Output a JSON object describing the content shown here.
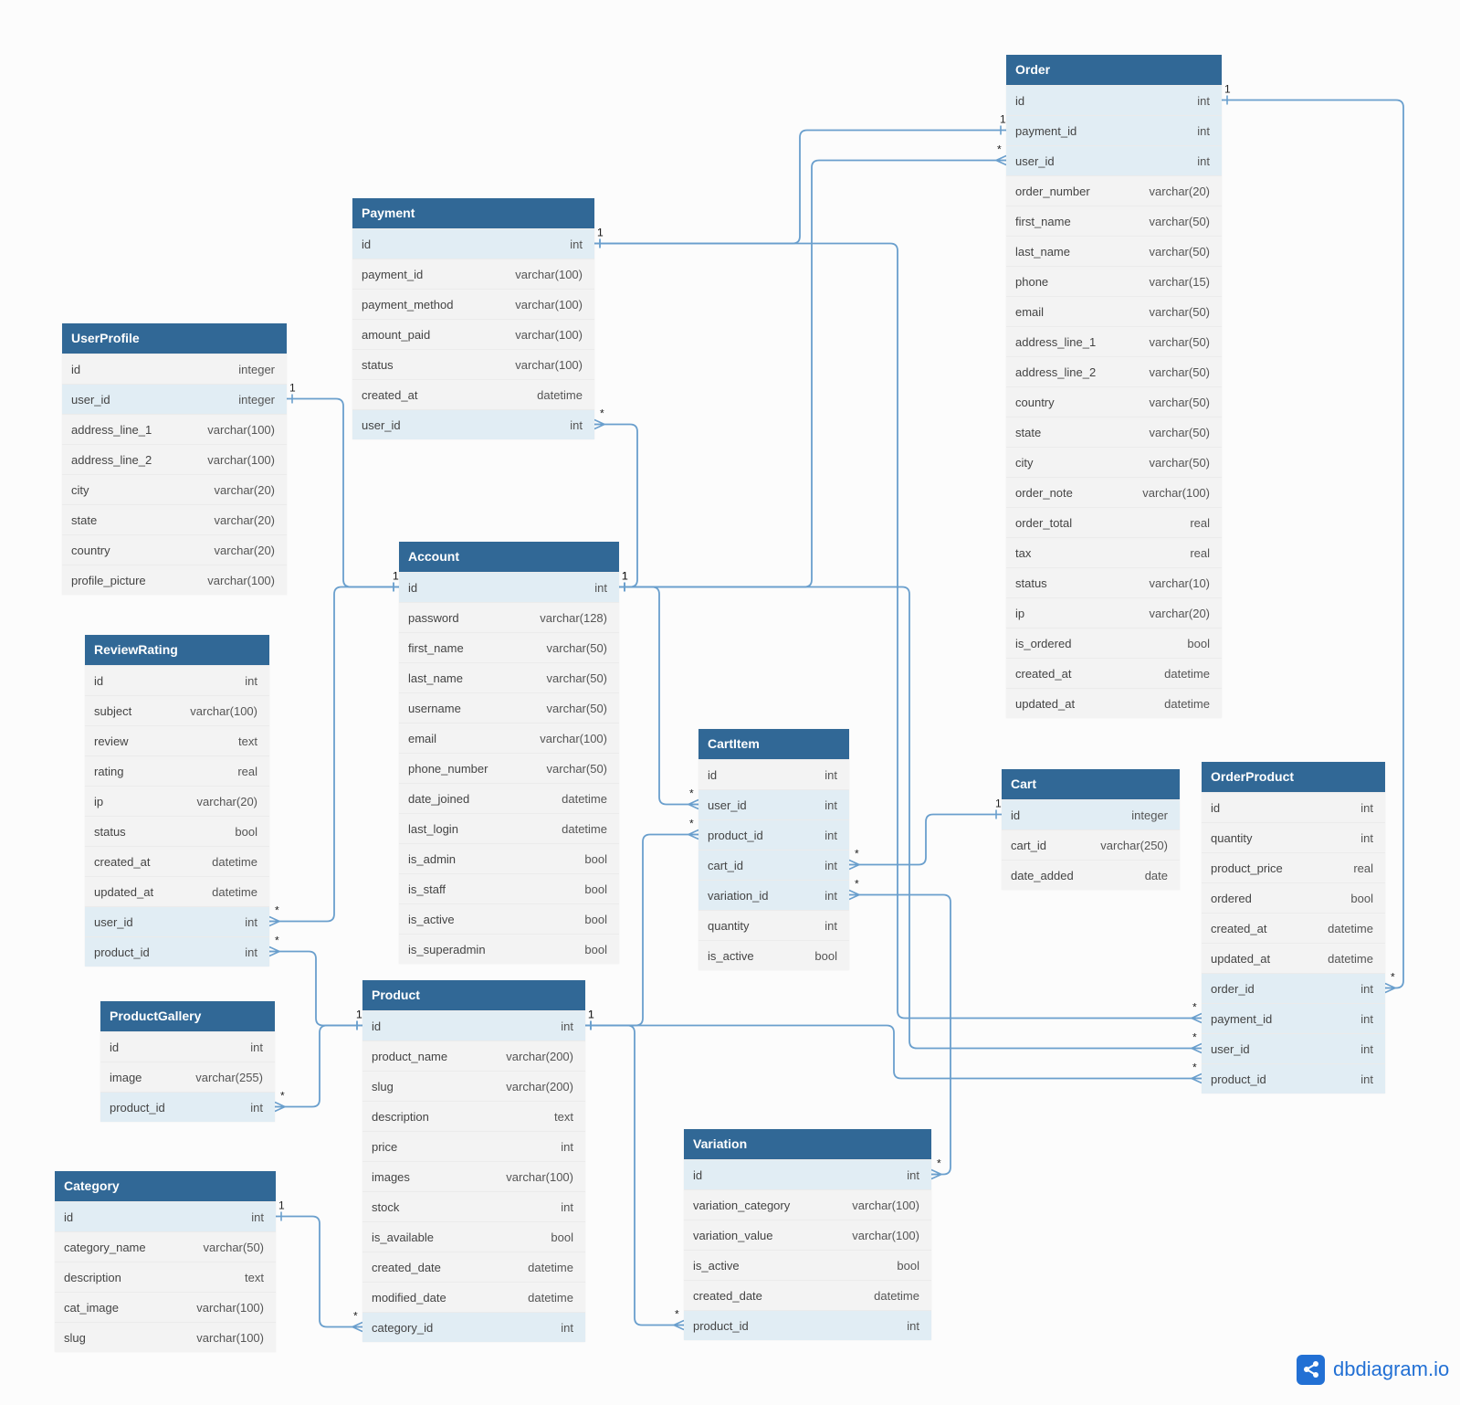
{
  "tables": [
    {
      "id": "Order",
      "name": "Order",
      "columns": [
        {
          "name": "id",
          "type": "int",
          "key": true
        },
        {
          "name": "payment_id",
          "type": "int",
          "key": true
        },
        {
          "name": "user_id",
          "type": "int",
          "key": true
        },
        {
          "name": "order_number",
          "type": "varchar(20)"
        },
        {
          "name": "first_name",
          "type": "varchar(50)"
        },
        {
          "name": "last_name",
          "type": "varchar(50)"
        },
        {
          "name": "phone",
          "type": "varchar(15)"
        },
        {
          "name": "email",
          "type": "varchar(50)"
        },
        {
          "name": "address_line_1",
          "type": "varchar(50)"
        },
        {
          "name": "address_line_2",
          "type": "varchar(50)"
        },
        {
          "name": "country",
          "type": "varchar(50)"
        },
        {
          "name": "state",
          "type": "varchar(50)"
        },
        {
          "name": "city",
          "type": "varchar(50)"
        },
        {
          "name": "order_note",
          "type": "varchar(100)"
        },
        {
          "name": "order_total",
          "type": "real"
        },
        {
          "name": "tax",
          "type": "real"
        },
        {
          "name": "status",
          "type": "varchar(10)"
        },
        {
          "name": "ip",
          "type": "varchar(20)"
        },
        {
          "name": "is_ordered",
          "type": "bool"
        },
        {
          "name": "created_at",
          "type": "datetime"
        },
        {
          "name": "updated_at",
          "type": "datetime"
        }
      ]
    },
    {
      "id": "Payment",
      "name": "Payment",
      "columns": [
        {
          "name": "id",
          "type": "int",
          "key": true
        },
        {
          "name": "payment_id",
          "type": "varchar(100)"
        },
        {
          "name": "payment_method",
          "type": "varchar(100)"
        },
        {
          "name": "amount_paid",
          "type": "varchar(100)"
        },
        {
          "name": "status",
          "type": "varchar(100)"
        },
        {
          "name": "created_at",
          "type": "datetime"
        },
        {
          "name": "user_id",
          "type": "int",
          "key": true
        }
      ]
    },
    {
      "id": "UserProfile",
      "name": "UserProfile",
      "columns": [
        {
          "name": "id",
          "type": "integer"
        },
        {
          "name": "user_id",
          "type": "integer",
          "key": true
        },
        {
          "name": "address_line_1",
          "type": "varchar(100)"
        },
        {
          "name": "address_line_2",
          "type": "varchar(100)"
        },
        {
          "name": "city",
          "type": "varchar(20)"
        },
        {
          "name": "state",
          "type": "varchar(20)"
        },
        {
          "name": "country",
          "type": "varchar(20)"
        },
        {
          "name": "profile_picture",
          "type": "varchar(100)"
        }
      ]
    },
    {
      "id": "Account",
      "name": "Account",
      "columns": [
        {
          "name": "id",
          "type": "int",
          "key": true
        },
        {
          "name": "password",
          "type": "varchar(128)"
        },
        {
          "name": "first_name",
          "type": "varchar(50)"
        },
        {
          "name": "last_name",
          "type": "varchar(50)"
        },
        {
          "name": "username",
          "type": "varchar(50)"
        },
        {
          "name": "email",
          "type": "varchar(100)"
        },
        {
          "name": "phone_number",
          "type": "varchar(50)"
        },
        {
          "name": "date_joined",
          "type": "datetime"
        },
        {
          "name": "last_login",
          "type": "datetime"
        },
        {
          "name": "is_admin",
          "type": "bool"
        },
        {
          "name": "is_staff",
          "type": "bool"
        },
        {
          "name": "is_active",
          "type": "bool"
        },
        {
          "name": "is_superadmin",
          "type": "bool"
        }
      ]
    },
    {
      "id": "ReviewRating",
      "name": "ReviewRating",
      "columns": [
        {
          "name": "id",
          "type": "int"
        },
        {
          "name": "subject",
          "type": "varchar(100)"
        },
        {
          "name": "review",
          "type": "text"
        },
        {
          "name": "rating",
          "type": "real"
        },
        {
          "name": "ip",
          "type": "varchar(20)"
        },
        {
          "name": "status",
          "type": "bool"
        },
        {
          "name": "created_at",
          "type": "datetime"
        },
        {
          "name": "updated_at",
          "type": "datetime"
        },
        {
          "name": "user_id",
          "type": "int",
          "key": true
        },
        {
          "name": "product_id",
          "type": "int",
          "key": true
        }
      ]
    },
    {
      "id": "CartItem",
      "name": "CartItem",
      "columns": [
        {
          "name": "id",
          "type": "int"
        },
        {
          "name": "user_id",
          "type": "int",
          "key": true
        },
        {
          "name": "product_id",
          "type": "int",
          "key": true
        },
        {
          "name": "cart_id",
          "type": "int",
          "key": true
        },
        {
          "name": "variation_id",
          "type": "int",
          "key": true
        },
        {
          "name": "quantity",
          "type": "int"
        },
        {
          "name": "is_active",
          "type": "bool"
        }
      ]
    },
    {
      "id": "Cart",
      "name": "Cart",
      "columns": [
        {
          "name": "id",
          "type": "integer",
          "key": true
        },
        {
          "name": "cart_id",
          "type": "varchar(250)"
        },
        {
          "name": "date_added",
          "type": "date"
        }
      ]
    },
    {
      "id": "OrderProduct",
      "name": "OrderProduct",
      "columns": [
        {
          "name": "id",
          "type": "int"
        },
        {
          "name": "quantity",
          "type": "int"
        },
        {
          "name": "product_price",
          "type": "real"
        },
        {
          "name": "ordered",
          "type": "bool"
        },
        {
          "name": "created_at",
          "type": "datetime"
        },
        {
          "name": "updated_at",
          "type": "datetime"
        },
        {
          "name": "order_id",
          "type": "int",
          "key": true
        },
        {
          "name": "payment_id",
          "type": "int",
          "key": true
        },
        {
          "name": "user_id",
          "type": "int",
          "key": true
        },
        {
          "name": "product_id",
          "type": "int",
          "key": true
        }
      ]
    },
    {
      "id": "ProductGallery",
      "name": "ProductGallery",
      "columns": [
        {
          "name": "id",
          "type": "int"
        },
        {
          "name": "image",
          "type": "varchar(255)"
        },
        {
          "name": "product_id",
          "type": "int",
          "key": true
        }
      ]
    },
    {
      "id": "Product",
      "name": "Product",
      "columns": [
        {
          "name": "id",
          "type": "int",
          "key": true
        },
        {
          "name": "product_name",
          "type": "varchar(200)"
        },
        {
          "name": "slug",
          "type": "varchar(200)"
        },
        {
          "name": "description",
          "type": "text"
        },
        {
          "name": "price",
          "type": "int"
        },
        {
          "name": "images",
          "type": "varchar(100)"
        },
        {
          "name": "stock",
          "type": "int"
        },
        {
          "name": "is_available",
          "type": "bool"
        },
        {
          "name": "created_date",
          "type": "datetime"
        },
        {
          "name": "modified_date",
          "type": "datetime"
        },
        {
          "name": "category_id",
          "type": "int",
          "key": true
        }
      ]
    },
    {
      "id": "Category",
      "name": "Category",
      "columns": [
        {
          "name": "id",
          "type": "int",
          "key": true
        },
        {
          "name": "category_name",
          "type": "varchar(50)"
        },
        {
          "name": "description",
          "type": "text"
        },
        {
          "name": "cat_image",
          "type": "varchar(100)"
        },
        {
          "name": "slug",
          "type": "varchar(100)"
        }
      ]
    },
    {
      "id": "Variation",
      "name": "Variation",
      "columns": [
        {
          "name": "id",
          "type": "int",
          "key": true
        },
        {
          "name": "variation_category",
          "type": "varchar(100)"
        },
        {
          "name": "variation_value",
          "type": "varchar(100)"
        },
        {
          "name": "is_active",
          "type": "bool"
        },
        {
          "name": "created_date",
          "type": "datetime"
        },
        {
          "name": "product_id",
          "type": "int",
          "key": true
        }
      ]
    }
  ],
  "relations": [
    {
      "from": "Payment.id",
      "to": "Order.payment_id",
      "from_card": "1",
      "to_card": "1"
    },
    {
      "from": "Account.id",
      "to": "Order.user_id",
      "from_card": "1",
      "to_card": "*"
    },
    {
      "from": "Account.id",
      "to": "Payment.user_id",
      "from_card": "1",
      "to_card": "*"
    },
    {
      "from": "Account.id",
      "to": "UserProfile.user_id",
      "from_card": "1",
      "to_card": "1"
    },
    {
      "from": "Account.id",
      "to": "ReviewRating.user_id",
      "from_card": "1",
      "to_card": "*"
    },
    {
      "from": "Account.id",
      "to": "CartItem.user_id",
      "from_card": "1",
      "to_card": "*"
    },
    {
      "from": "Account.id",
      "to": "OrderProduct.user_id",
      "from_card": "1",
      "to_card": "*"
    },
    {
      "from": "Order.id",
      "to": "OrderProduct.order_id",
      "from_card": "1",
      "to_card": "*"
    },
    {
      "from": "Payment.id",
      "to": "OrderProduct.payment_id",
      "from_card": "1",
      "to_card": "*"
    },
    {
      "from": "Cart.id",
      "to": "CartItem.cart_id",
      "from_card": "1",
      "to_card": "*"
    },
    {
      "from": "Variation.id",
      "to": "CartItem.variation_id",
      "from_card": "*",
      "to_card": "*"
    },
    {
      "from": "Product.id",
      "to": "CartItem.product_id",
      "from_card": "1",
      "to_card": "*"
    },
    {
      "from": "Product.id",
      "to": "ReviewRating.product_id",
      "from_card": "1",
      "to_card": "*"
    },
    {
      "from": "Product.id",
      "to": "ProductGallery.product_id",
      "from_card": "1",
      "to_card": "*"
    },
    {
      "from": "Product.id",
      "to": "OrderProduct.product_id",
      "from_card": "1",
      "to_card": "*"
    },
    {
      "from": "Product.id",
      "to": "Variation.product_id",
      "from_card": "1",
      "to_card": "*"
    },
    {
      "from": "Category.id",
      "to": "Product.category_id",
      "from_card": "1",
      "to_card": "*"
    }
  ],
  "brand": {
    "name": "dbdiagram.io",
    "icon": "share-nodes-icon"
  },
  "colors": {
    "header": "#316896",
    "key_row": "#e1edf4",
    "line": "#6a9fcd",
    "brand": "#2270d4"
  }
}
